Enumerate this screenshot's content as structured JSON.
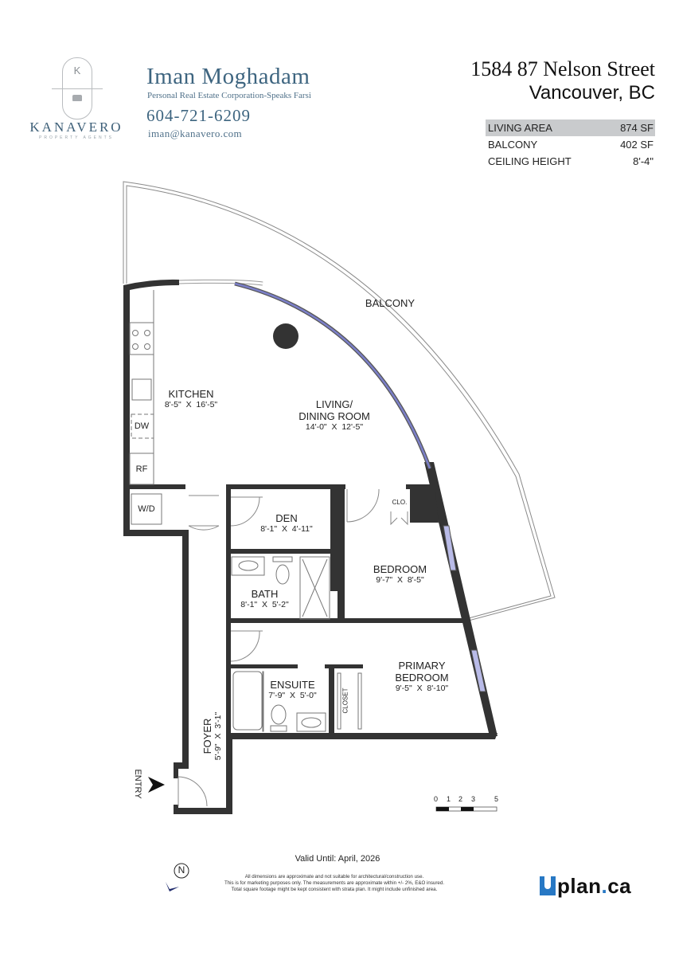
{
  "brand": {
    "logo_letter": "K",
    "name": "KANAVERO",
    "tagline": "PROPERTY AGENTS"
  },
  "agent": {
    "name": "Iman Moghadam",
    "corporation": "Personal Real Estate Corporation-Speaks Farsi",
    "phone": "604-721-6209",
    "email": "iman@kanavero.com"
  },
  "property": {
    "address_line1": "1584 87 Nelson Street",
    "address_line2": "Vancouver, BC"
  },
  "stats": [
    {
      "label": "LIVING AREA",
      "value": "874 SF",
      "highlighted": true
    },
    {
      "label": "BALCONY",
      "value": "402 SF",
      "highlighted": false
    },
    {
      "label": "CEILING HEIGHT",
      "value": "8'-4\"",
      "highlighted": false
    }
  ],
  "rooms": {
    "balcony": {
      "name": "BALCONY"
    },
    "kitchen": {
      "name": "KITCHEN",
      "dims": "8'-5\"  X  16'-5\""
    },
    "living": {
      "name1": "LIVING/",
      "name2": "DINING ROOM",
      "dims": "14'-0\"  X  12'-5\""
    },
    "den": {
      "name": "DEN",
      "dims": "8'-1\"  X  4'-11\""
    },
    "bedroom": {
      "name": "BEDROOM",
      "dims": "9'-7\"  X  8'-5\""
    },
    "bath": {
      "name": "BATH",
      "dims": "8'-1\"  X  5'-2\""
    },
    "primary": {
      "name1": "PRIMARY",
      "name2": "BEDROOM",
      "dims": "9'-5\"  X  8'-10\""
    },
    "ensuite": {
      "name": "ENSUITE",
      "dims": "7'-9\"  X  5'-0\""
    },
    "foyer": {
      "name": "FOYER",
      "dims": "5'-9\"  X  3'-1\""
    },
    "closet": {
      "name": "CLOSET"
    },
    "clo": {
      "name": "CLO."
    }
  },
  "fixtures": {
    "dishwasher": "DW",
    "fridge": "RF",
    "washer_dryer": "W/D"
  },
  "entry_label": "ENTRY",
  "scale": {
    "ticks": [
      "0",
      "1",
      "2",
      "3",
      "5"
    ]
  },
  "compass": {
    "label": "N"
  },
  "footer": {
    "valid_until": "Valid Until: April, 2026",
    "disclaimer": [
      "All dimensions are approximate and not suitable for architectural/construction use.",
      "This is for marketing purposes only. The measurements are approximate within +/- 2%, E&O insured.",
      "Total square footage might be kept consistent with strata plan. It might include unfinished area."
    ],
    "logo_text_main": "plan",
    "logo_text_dot": ".",
    "logo_text_tld": "ca"
  },
  "colors": {
    "wall": "#333333",
    "window": "#7b7fc8",
    "brand_blue": "#3e6580",
    "uplan_blue": "#2778c4",
    "highlight_row": "#c9cbcd"
  }
}
